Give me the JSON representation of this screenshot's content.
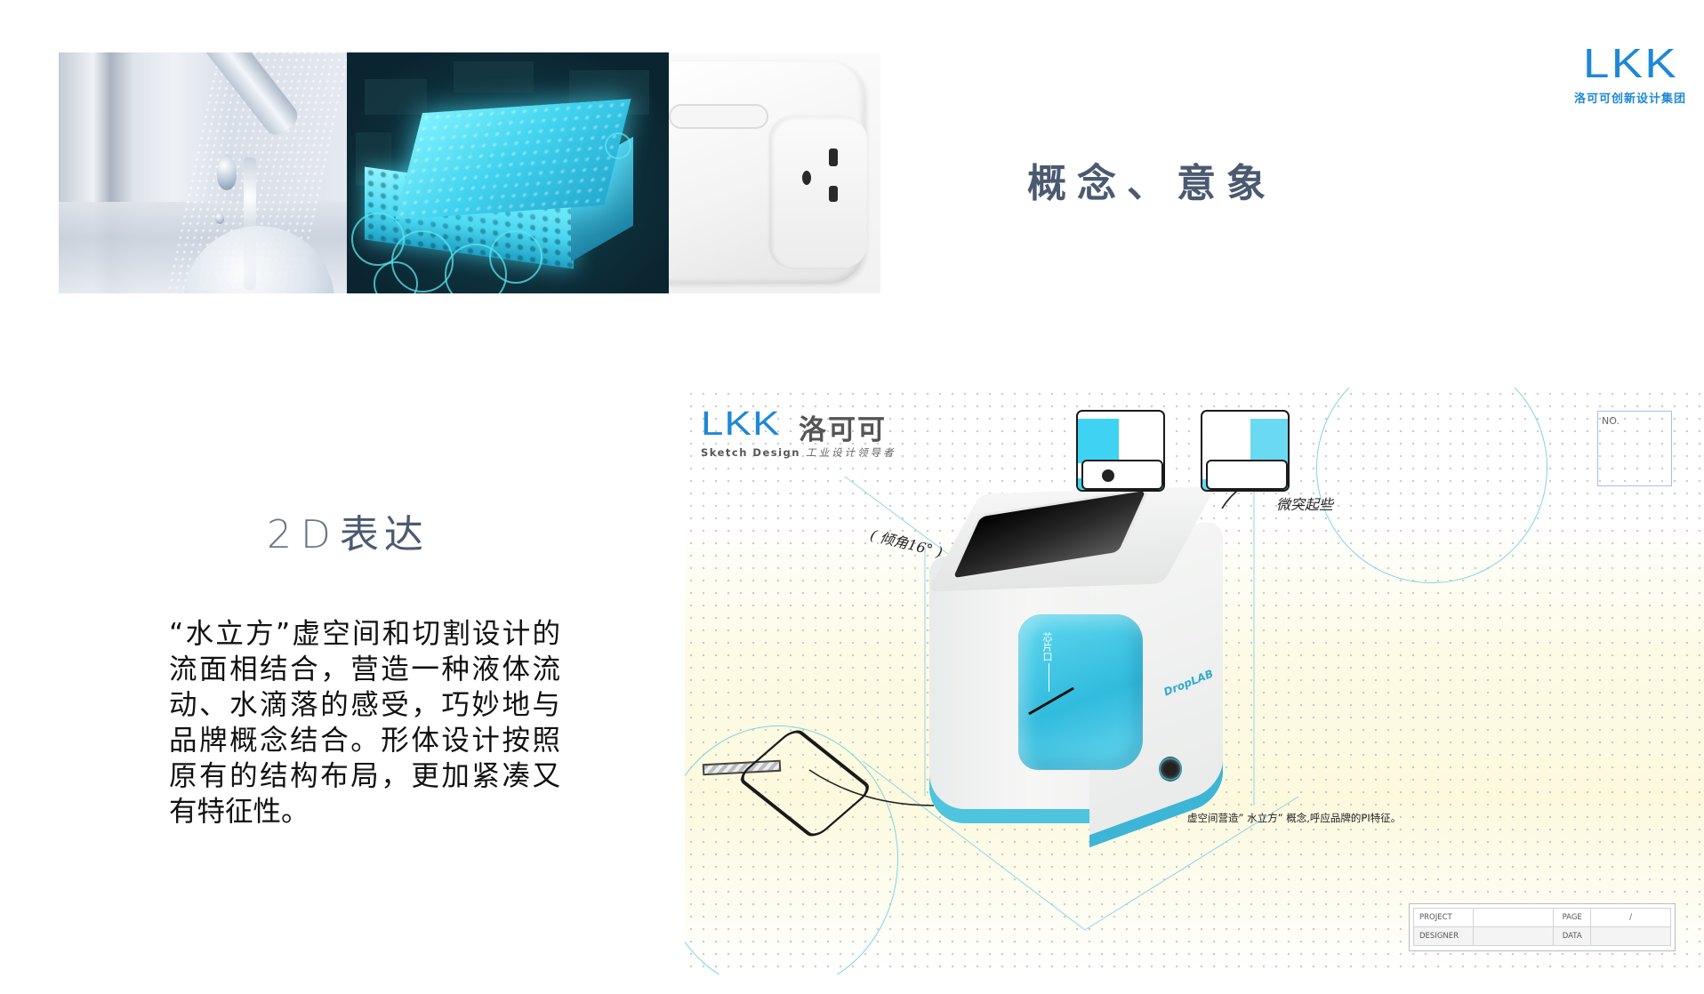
{
  "brand": {
    "mark": "LKK",
    "tagline": "洛可可创新设计集团",
    "color": "#1e88d6"
  },
  "concept": {
    "title": "概念、意象",
    "images": [
      {
        "name": "dna-water-drop",
        "alt": "Pipette dropping water over DNA helix"
      },
      {
        "name": "water-cube-building",
        "alt": "Illuminated Water Cube building at night"
      },
      {
        "name": "smart-plug",
        "alt": "White smart plug product"
      }
    ]
  },
  "section": {
    "title_latin": "2D",
    "title_cn": "表达",
    "paragraph": "“水立方”虚空间和切割设计的流面相结合，营造一种液体流动、水滴落的感受，巧妙地与品牌概念结合。形体设计按照原有的结构布局，更加紧凑又有特征性。"
  },
  "sketch": {
    "logo_mark": "LKK",
    "logo_cn": "洛可可",
    "logo_sub": "Sketch Design",
    "logo_sub_cn": "工业设计领导者",
    "annotation_angle": "( 倾角16° )",
    "annotation_detail": "微突起些",
    "chip_port_label": "芯片口",
    "product_brand": "DropLAB",
    "caption": "虚空间营造” 水立方” 概念,呼应品牌的PI特征。",
    "no_label": "NO.",
    "title_block": {
      "project_label": "PROJECT",
      "project_value": "",
      "page_label": "PAGE",
      "page_value": "/",
      "designer_label": "DESIGNER",
      "designer_value": "",
      "data_label": "DATA",
      "data_value": ""
    },
    "accent_color": "#3fd3f3"
  }
}
